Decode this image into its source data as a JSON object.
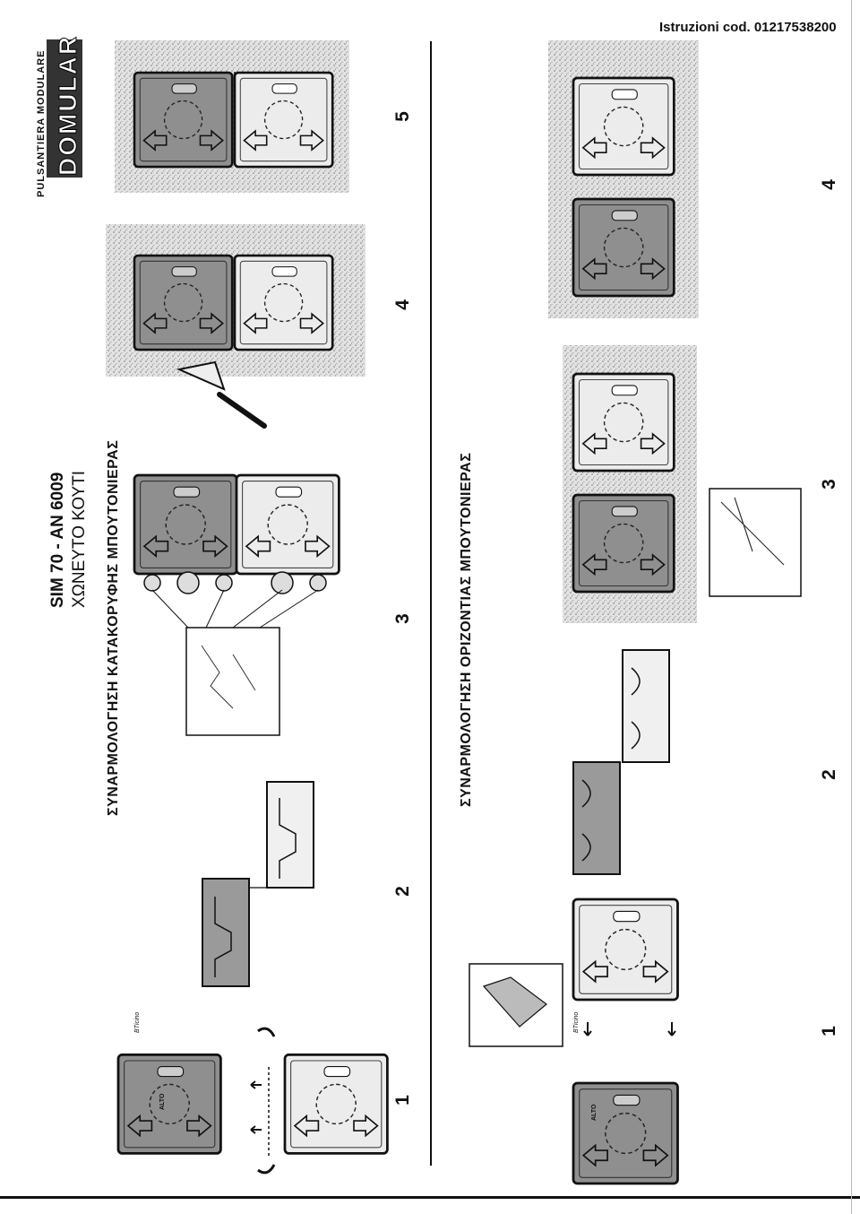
{
  "document": {
    "code": "Istruzioni cod. 01217538200",
    "title_main": "SIM 70 - AN 6009",
    "title_sub": "ΧΩΝΕΥΤΟ ΚΟΥΤΙ",
    "brand_tagline": "PULSANTIERA MODULARE",
    "brand_name": "DOMULAR",
    "box_label": "BTicino",
    "arrow_label": "ALTO"
  },
  "sections": {
    "vertical": {
      "title": "ΣΥΝΑΡΜΟΛΟΓΗΣΗ ΚΑΤΑΚΟΡΥΦΗΣ ΜΠΟΥΤΟΝΙΕΡΑΣ",
      "steps": [
        "1",
        "2",
        "3",
        "4",
        "5"
      ]
    },
    "horizontal": {
      "title": "ΣΥΝΑΡΜΟΛΟΓΗΣΗ ΟΡΙΖΟΝΤΙΑΣ ΜΠΟΥΤΟΝΙΕΡΑΣ",
      "steps": [
        "1",
        "2",
        "3",
        "4"
      ]
    }
  },
  "colors": {
    "ink": "#111111",
    "box_dark": "#8c8c8c",
    "box_light": "#e6e6e6",
    "plaster": "#d9d9d9"
  }
}
